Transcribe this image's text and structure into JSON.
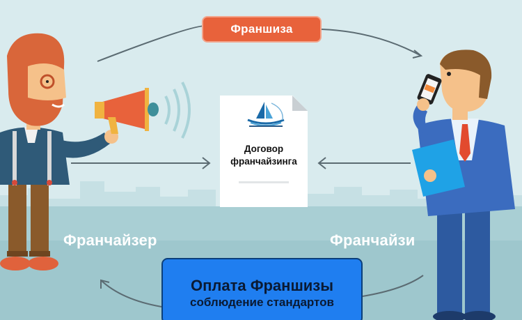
{
  "diagram": {
    "top_badge": {
      "label": "Франшиза",
      "color": "#e8623b"
    },
    "document": {
      "title_line1": "Договор",
      "title_line2": "франчайзинга",
      "logo": "sailboat-logo-icon"
    },
    "parties": {
      "left": {
        "label": "Франчайзер",
        "figure": "bearded-man-with-megaphone"
      },
      "right": {
        "label": "Франчайзи",
        "figure": "businessman-on-phone-with-folder"
      }
    },
    "bottom_badge": {
      "line1": "Оплата Франшизы",
      "line2": "соблюдение стандартов",
      "color": "#1f7ef0"
    },
    "arrows": [
      {
        "from": "left",
        "to": "right",
        "via": "top_badge",
        "shape": "curved"
      },
      {
        "from": "left",
        "to": "document",
        "shape": "straight"
      },
      {
        "from": "right",
        "to": "document",
        "shape": "straight"
      },
      {
        "from": "right",
        "to": "left",
        "via": "bottom_badge",
        "shape": "curved"
      }
    ],
    "colors": {
      "background": "#d9ebee",
      "ground": "#a9cfd4",
      "arrow": "#5b6b72"
    }
  }
}
